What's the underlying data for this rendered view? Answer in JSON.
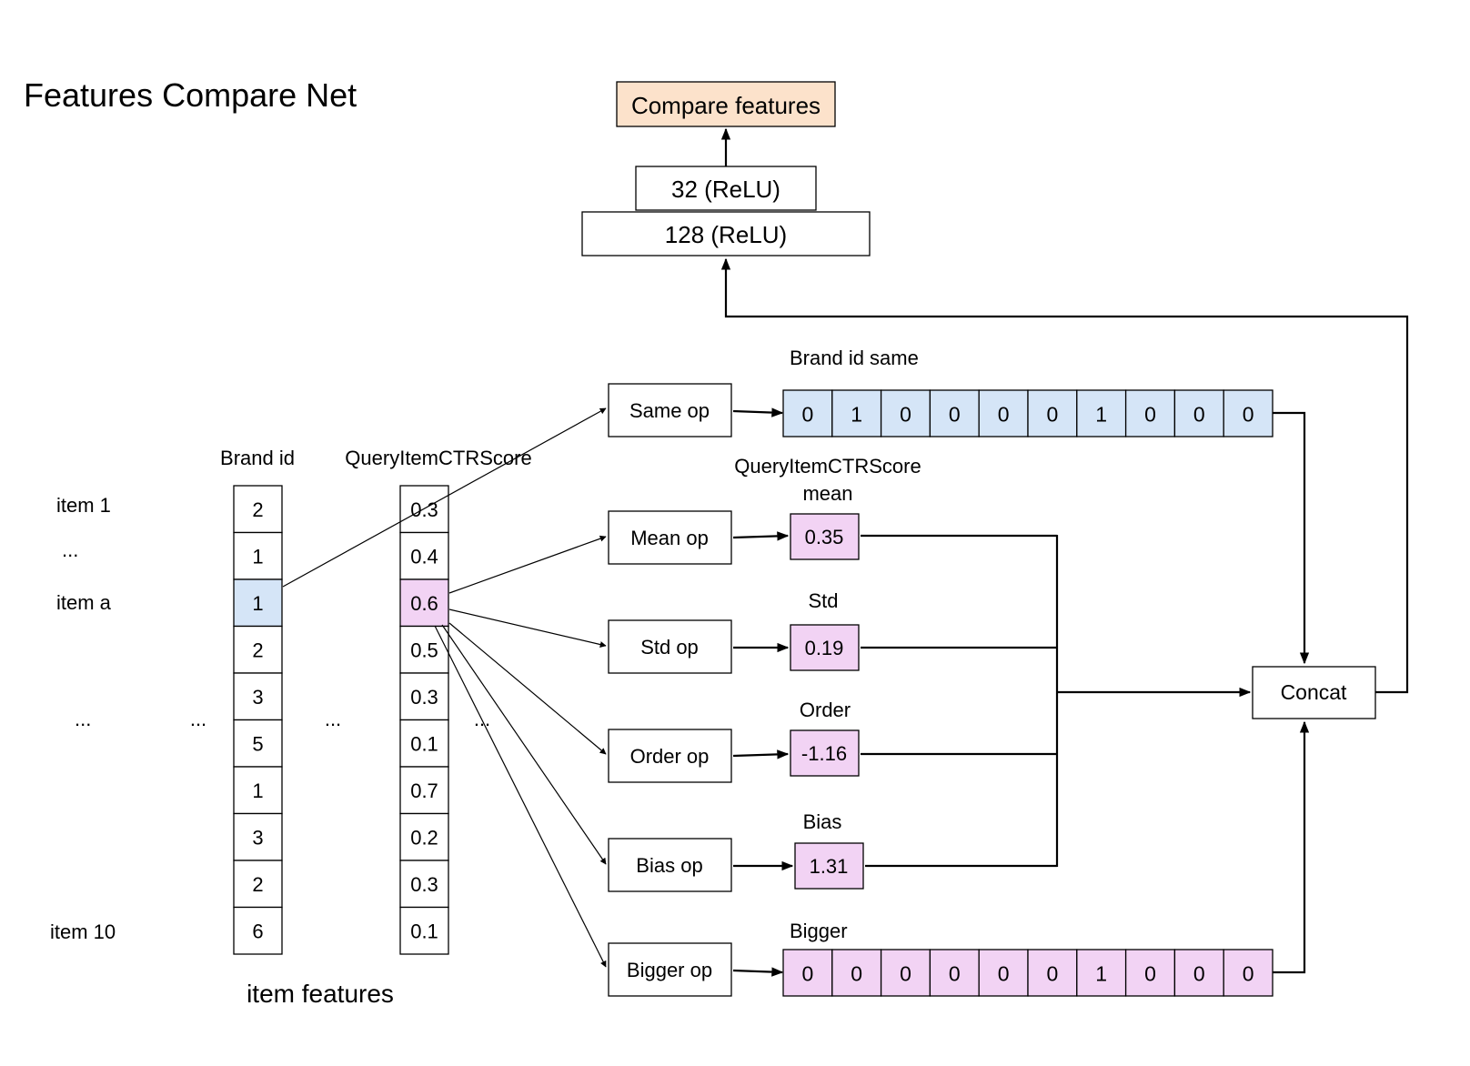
{
  "title": "Features Compare Net",
  "top": {
    "output_label": "Compare features",
    "layer_upper": "32 (ReLU)",
    "layer_lower": "128 (ReLU)"
  },
  "item_features": {
    "caption": "item features",
    "brand_header": "Brand id",
    "ctr_header": "QueryItemCTRScore",
    "row_labels": [
      "item 1",
      "...",
      "item a",
      "...",
      "item 10"
    ],
    "brand_ids": [
      "2",
      "1",
      "1",
      "2",
      "3",
      "5",
      "1",
      "3",
      "2",
      "6"
    ],
    "ctr_scores": [
      "0.3",
      "0.4",
      "0.6",
      "0.5",
      "0.3",
      "0.1",
      "0.7",
      "0.2",
      "0.3",
      "0.1"
    ],
    "highlight_index": 2,
    "ellipsis": "..."
  },
  "ops": [
    "Same op",
    "Mean op",
    "Std op",
    "Order op",
    "Bias op",
    "Bigger op"
  ],
  "outputs": {
    "same": {
      "label": "Brand id  same",
      "values": [
        "0",
        "1",
        "0",
        "0",
        "0",
        "0",
        "1",
        "0",
        "0",
        "0"
      ]
    },
    "mean": {
      "label_line1": "QueryItemCTRScore",
      "label_line2": "mean",
      "value": "0.35"
    },
    "std": {
      "label": "Std",
      "value": "0.19"
    },
    "order": {
      "label": "Order",
      "value": "-1.16"
    },
    "bias": {
      "label": "Bias",
      "value": "1.31"
    },
    "bigger": {
      "label": "Bigger",
      "values": [
        "0",
        "0",
        "0",
        "0",
        "0",
        "0",
        "1",
        "0",
        "0",
        "0"
      ]
    }
  },
  "concat_label": "Concat",
  "colors": {
    "blue_fill": "#d5e5f7",
    "pink_fill": "#f2d3f4",
    "orange_fill": "#fce2cb"
  }
}
